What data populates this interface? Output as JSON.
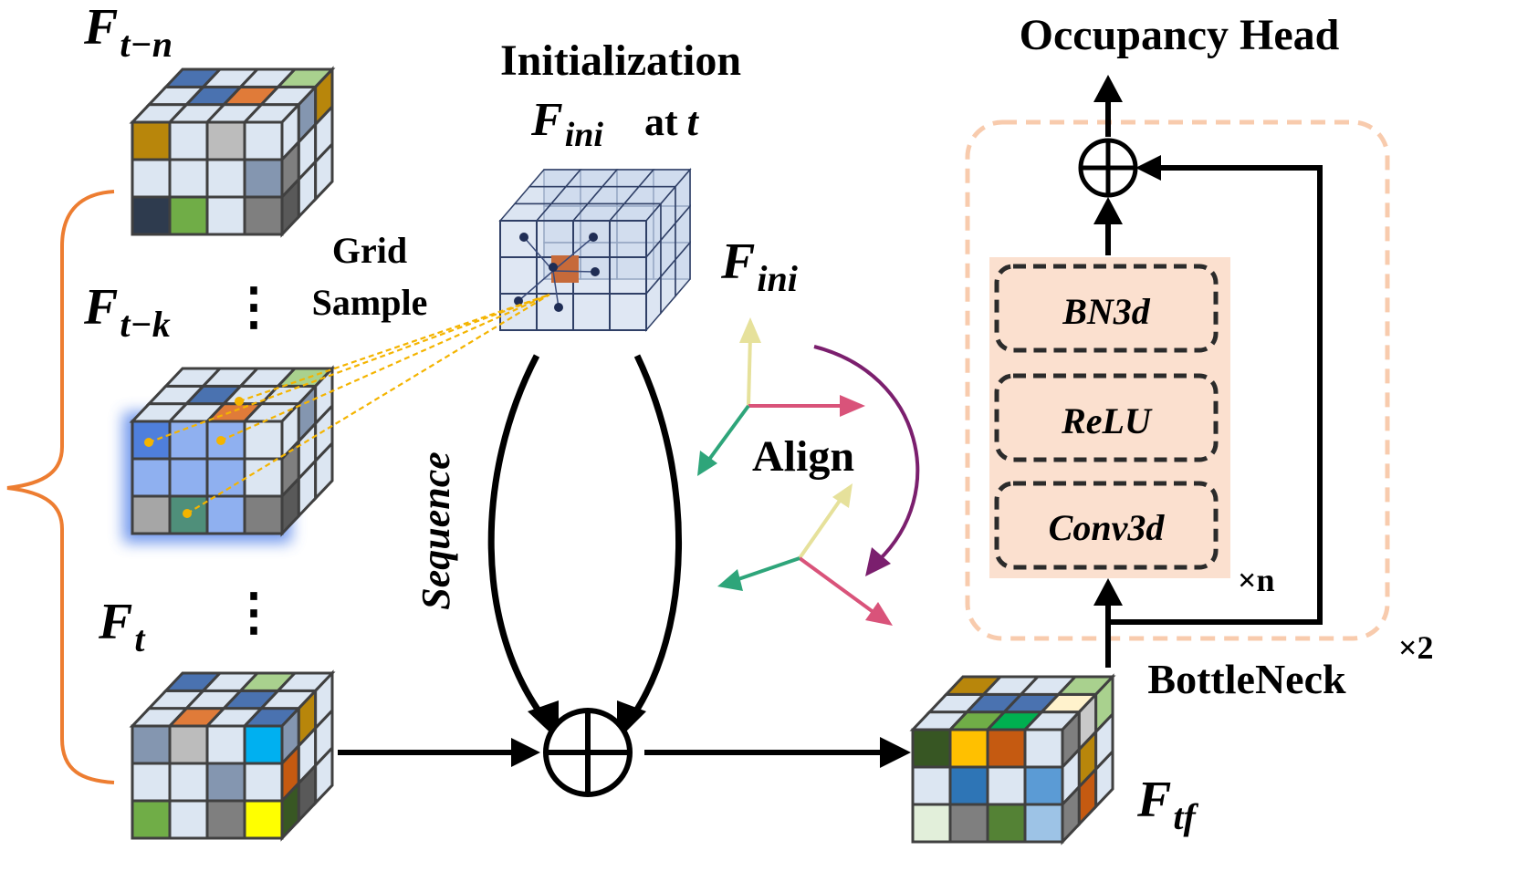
{
  "labels": {
    "f_t_n_main": "F",
    "f_t_n_sub": "t−n",
    "f_t_k_main": "F",
    "f_t_k_sub": "t−k",
    "f_t_main": "F",
    "f_t_sub": "t",
    "f_ini_main": "F",
    "f_ini_sub": "ini",
    "f_ini_side_main": "F",
    "f_ini_side_sub": "ini",
    "f_tf_main": "F",
    "f_tf_sub": "tf",
    "initialization": "Initialization",
    "at_t_prefix": "at",
    "at_t_var": "t",
    "grid": "Grid",
    "sample": "Sample",
    "sequence": "Sequence",
    "align": "Align",
    "occupancy_head": "Occupancy Head",
    "bn3d": "BN3d",
    "relu": "ReLU",
    "conv3d": "Conv3d",
    "times_n": "×n",
    "times_2": "×2",
    "bottleneck": "BottleNeck",
    "dots": "⋮"
  },
  "colors": {
    "cell_light": "#dce6f2",
    "cell_grey": "#9aa8b8",
    "grid_line": "#404040",
    "orange_brace": "#ed7d31",
    "dashed_yellow": "#f4b400",
    "bottleneck_fill": "#fbe0cf",
    "bottleneck_border": "#f8cbad",
    "axis_yellow": "#e6e19b",
    "axis_pink": "#d9537a",
    "axis_green": "#2ea57a",
    "align_arc": "#7b1f6e",
    "fini_cube": "#c5d3ea",
    "fini_center": "#c66a3a"
  }
}
